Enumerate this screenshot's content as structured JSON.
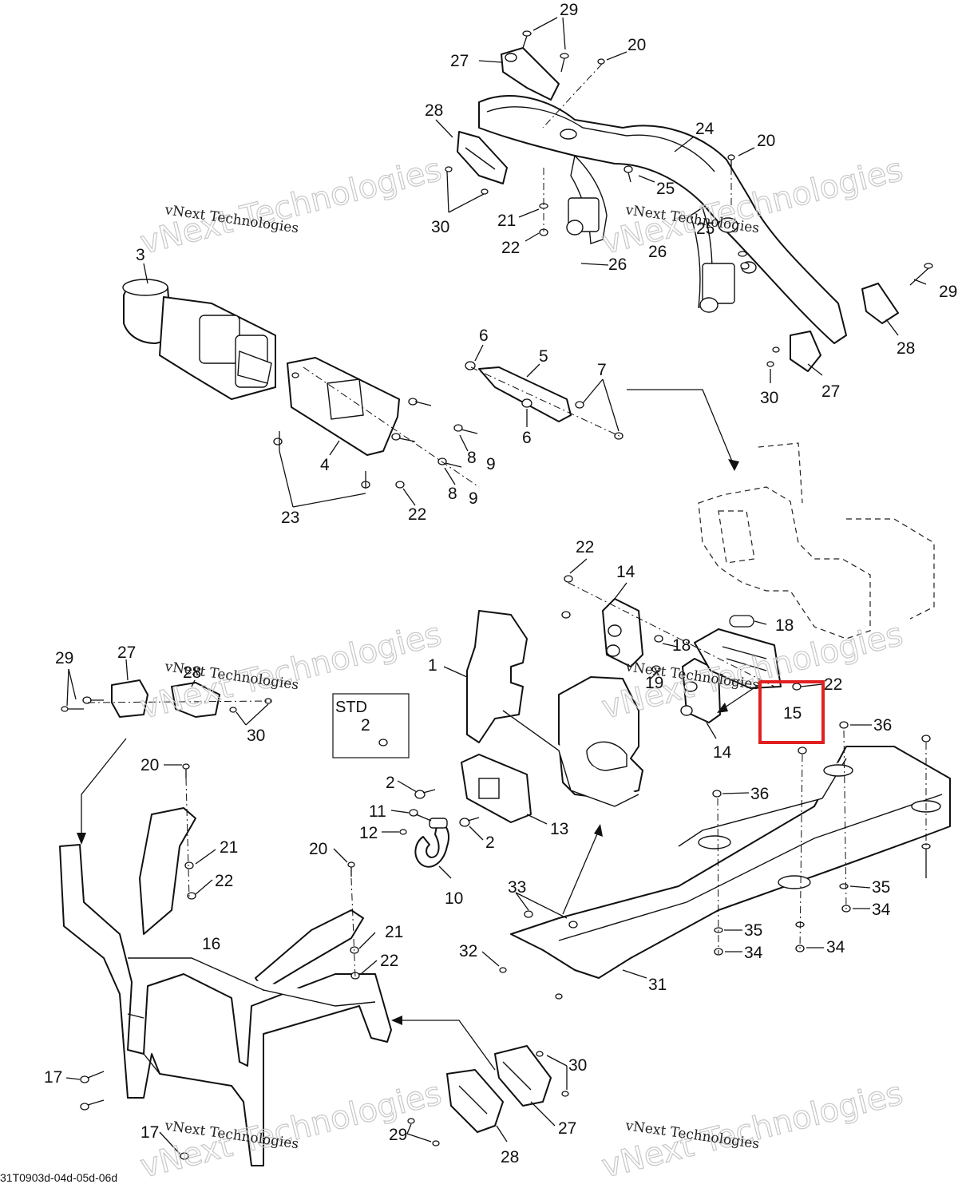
{
  "diagram": {
    "callouts": [
      {
        "id": "c29a",
        "text": "29"
      },
      {
        "id": "c27a",
        "text": "27"
      },
      {
        "id": "c20a",
        "text": "20"
      },
      {
        "id": "c28a",
        "text": "28"
      },
      {
        "id": "c24",
        "text": "24"
      },
      {
        "id": "c20b",
        "text": "20"
      },
      {
        "id": "c25a",
        "text": "25"
      },
      {
        "id": "c21a",
        "text": "21"
      },
      {
        "id": "c25b",
        "text": "25"
      },
      {
        "id": "c30a",
        "text": "30"
      },
      {
        "id": "c22a",
        "text": "22"
      },
      {
        "id": "c26a",
        "text": "26"
      },
      {
        "id": "c26b",
        "text": "26"
      },
      {
        "id": "c29b",
        "text": "29"
      },
      {
        "id": "c3",
        "text": "3"
      },
      {
        "id": "c28b",
        "text": "28"
      },
      {
        "id": "c6a",
        "text": "6"
      },
      {
        "id": "c5",
        "text": "5"
      },
      {
        "id": "c7",
        "text": "7"
      },
      {
        "id": "c30b",
        "text": "30"
      },
      {
        "id": "c27b",
        "text": "27"
      },
      {
        "id": "c6b",
        "text": "6"
      },
      {
        "id": "c8a",
        "text": "8"
      },
      {
        "id": "c9a",
        "text": "9"
      },
      {
        "id": "c4",
        "text": "4"
      },
      {
        "id": "c8b",
        "text": "8"
      },
      {
        "id": "c9b",
        "text": "9"
      },
      {
        "id": "c23",
        "text": "23"
      },
      {
        "id": "c22b",
        "text": "22"
      },
      {
        "id": "c22c",
        "text": "22"
      },
      {
        "id": "c14a",
        "text": "14"
      },
      {
        "id": "c18a",
        "text": "18"
      },
      {
        "id": "c18b",
        "text": "18"
      },
      {
        "id": "c1",
        "text": "1"
      },
      {
        "id": "c19",
        "text": "19"
      },
      {
        "id": "c22d",
        "text": "22"
      },
      {
        "id": "c15",
        "text": "15"
      },
      {
        "id": "c14b",
        "text": "14"
      },
      {
        "id": "c36a",
        "text": "36"
      },
      {
        "id": "c29c",
        "text": "29"
      },
      {
        "id": "c27c",
        "text": "27"
      },
      {
        "id": "c28c",
        "text": "28"
      },
      {
        "id": "c30c",
        "text": "30"
      },
      {
        "id": "c2a",
        "text": "2"
      },
      {
        "id": "c2b",
        "text": "2"
      },
      {
        "id": "c36b",
        "text": "36"
      },
      {
        "id": "c20c",
        "text": "20"
      },
      {
        "id": "c11",
        "text": "11"
      },
      {
        "id": "c12",
        "text": "12"
      },
      {
        "id": "c13",
        "text": "13"
      },
      {
        "id": "c2c",
        "text": "2"
      },
      {
        "id": "c21b",
        "text": "21"
      },
      {
        "id": "c22e",
        "text": "22"
      },
      {
        "id": "c20d",
        "text": "20"
      },
      {
        "id": "c10",
        "text": "10"
      },
      {
        "id": "c35a",
        "text": "35"
      },
      {
        "id": "c34a",
        "text": "34"
      },
      {
        "id": "c33",
        "text": "33"
      },
      {
        "id": "c35b",
        "text": "35"
      },
      {
        "id": "c21c",
        "text": "21"
      },
      {
        "id": "c16",
        "text": "16"
      },
      {
        "id": "c22f",
        "text": "22"
      },
      {
        "id": "c32",
        "text": "32"
      },
      {
        "id": "c34b",
        "text": "34"
      },
      {
        "id": "c34c",
        "text": "34"
      },
      {
        "id": "c31",
        "text": "31"
      },
      {
        "id": "c17a",
        "text": "17"
      },
      {
        "id": "c30d",
        "text": "30"
      },
      {
        "id": "c29d",
        "text": "29"
      },
      {
        "id": "c27d",
        "text": "27"
      },
      {
        "id": "c17b",
        "text": "17"
      },
      {
        "id": "c28d",
        "text": "28"
      }
    ],
    "std_label": "STD",
    "highlight": {
      "part": "15",
      "color": "#e02020"
    },
    "watermark_big": "vNext Technologies",
    "watermark_small": "vNext Technologies",
    "drawing_code": "31T0903d-04d-05d-06d"
  }
}
